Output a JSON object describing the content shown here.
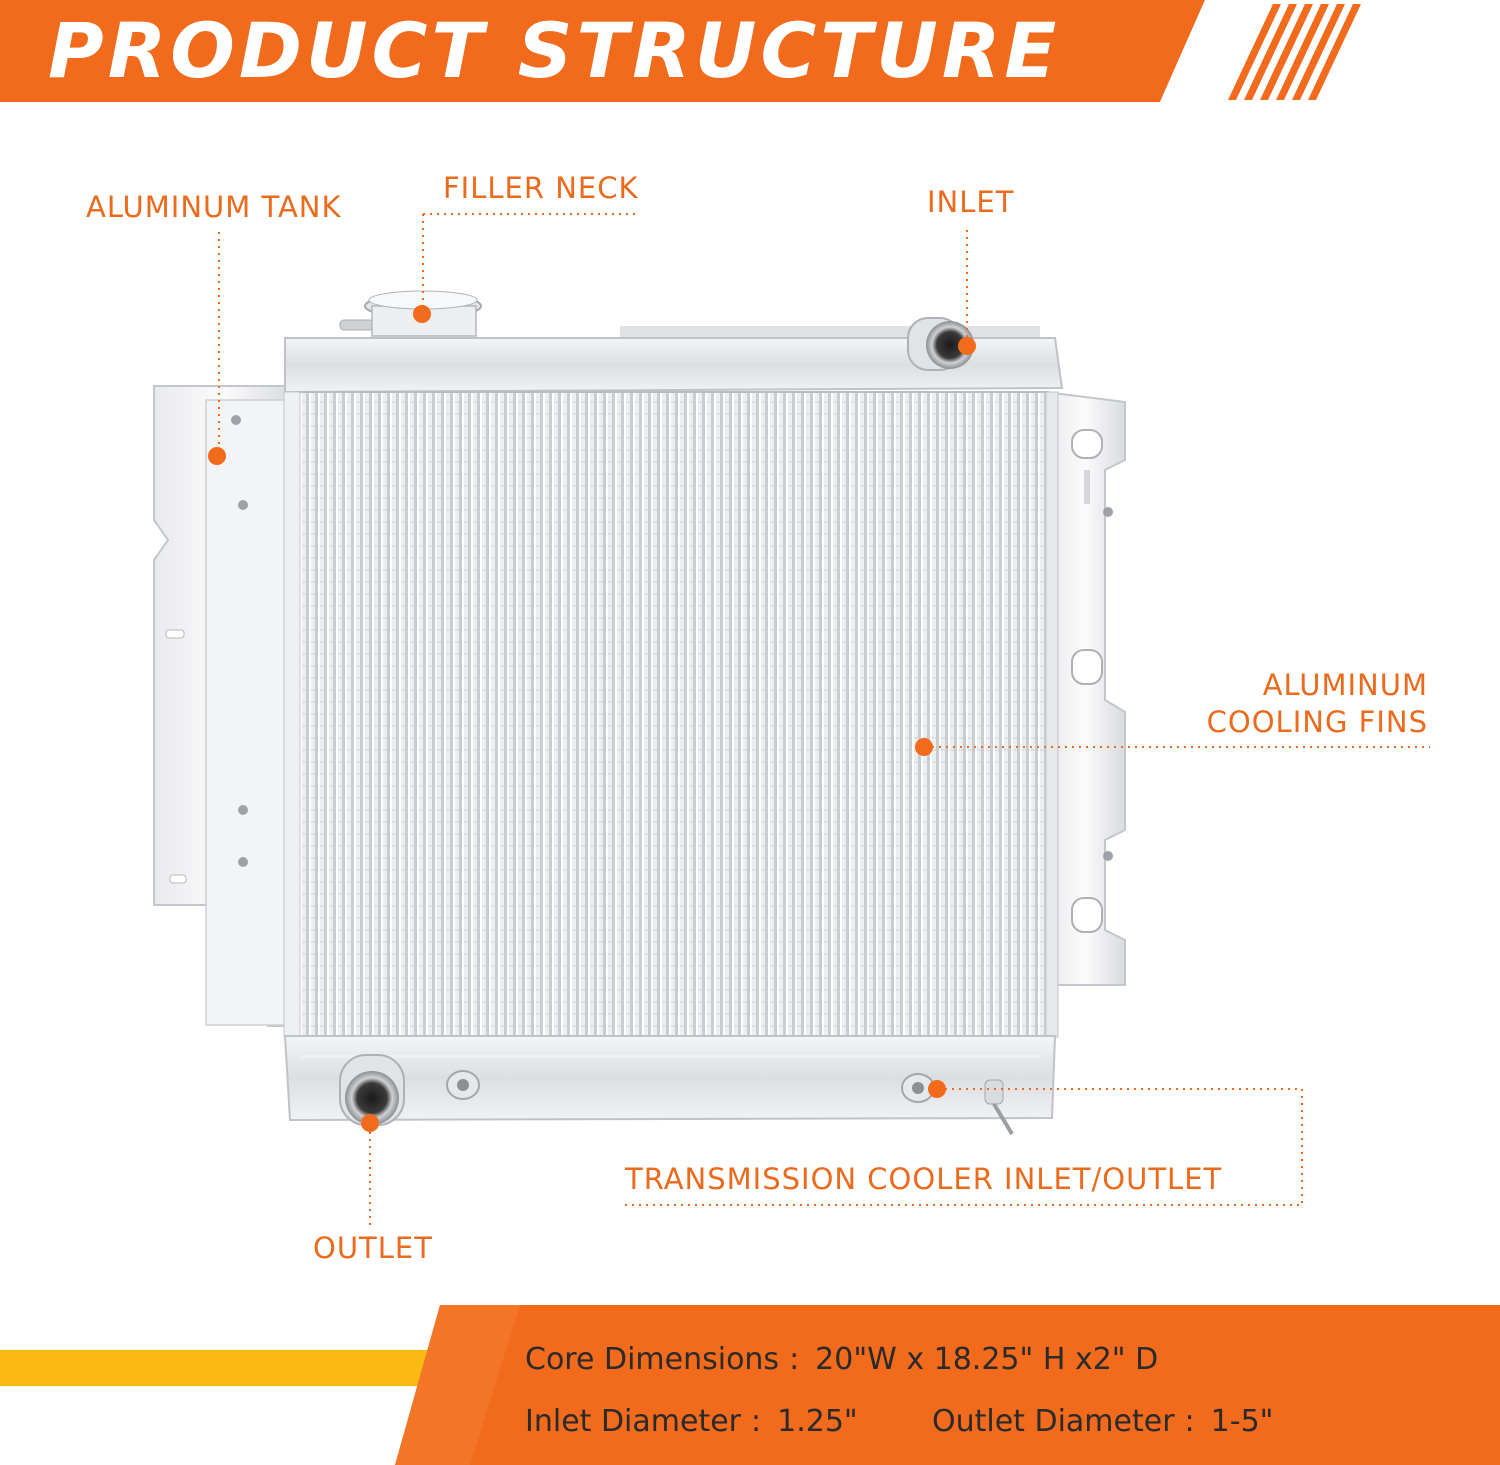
{
  "header": {
    "title": "PRODUCT STRUCTURE"
  },
  "colors": {
    "accent": "#f26b1d",
    "accent_dark": "#e85a10",
    "gold": "#fdb913",
    "label_text": "#ec6a1c",
    "spec_text": "#2a2a2a"
  },
  "callouts": {
    "aluminum_tank": "ALUMINUM TANK",
    "filler_neck": "FILLER NECK",
    "inlet": "INLET",
    "cooling_fins_line1": "ALUMINUM",
    "cooling_fins_line2": "COOLING FINS",
    "transmission_cooler": "TRANSMISSION COOLER INLET/OUTLET",
    "outlet": "OUTLET"
  },
  "specs": {
    "core_dimensions": {
      "label": "Core Dimensions",
      "sep": ":",
      "value": "20\"W x 18.25\" H x2\" D"
    },
    "inlet_diameter": {
      "label": "Inlet Diameter",
      "sep": ":",
      "value": "1.25\""
    },
    "outlet_diameter": {
      "label": "Outlet Diameter",
      "sep": ":",
      "value": "1-5\""
    }
  }
}
